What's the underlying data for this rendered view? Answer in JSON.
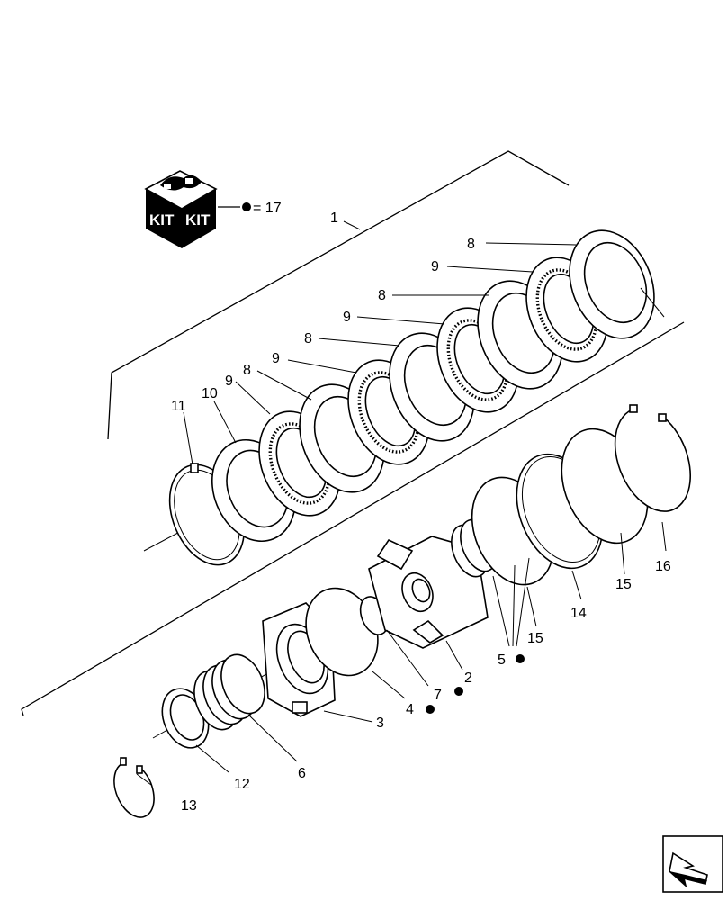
{
  "kit": {
    "face_text": "KIT",
    "legend": "= 17"
  },
  "callouts": [
    {
      "id": "c-1",
      "text": "1"
    },
    {
      "id": "c-8a",
      "text": "8"
    },
    {
      "id": "c-9a",
      "text": "9"
    },
    {
      "id": "c-8b",
      "text": "8"
    },
    {
      "id": "c-9b",
      "text": "9"
    },
    {
      "id": "c-8c",
      "text": "8"
    },
    {
      "id": "c-9c",
      "text": "9"
    },
    {
      "id": "c-8d",
      "text": "8"
    },
    {
      "id": "c-9d",
      "text": "9"
    },
    {
      "id": "c-10",
      "text": "10"
    },
    {
      "id": "c-11",
      "text": "11"
    },
    {
      "id": "c-2",
      "text": "2"
    },
    {
      "id": "c-3",
      "text": "3"
    },
    {
      "id": "c-4",
      "text": "4"
    },
    {
      "id": "c-5",
      "text": "5"
    },
    {
      "id": "c-6",
      "text": "6"
    },
    {
      "id": "c-7",
      "text": "7"
    },
    {
      "id": "c-12",
      "text": "12"
    },
    {
      "id": "c-13",
      "text": "13"
    },
    {
      "id": "c-14",
      "text": "14"
    },
    {
      "id": "c-15a",
      "text": "15"
    },
    {
      "id": "c-15b",
      "text": "15"
    },
    {
      "id": "c-16",
      "text": "16"
    }
  ],
  "nav_icon": "next-page-arrow-icon"
}
